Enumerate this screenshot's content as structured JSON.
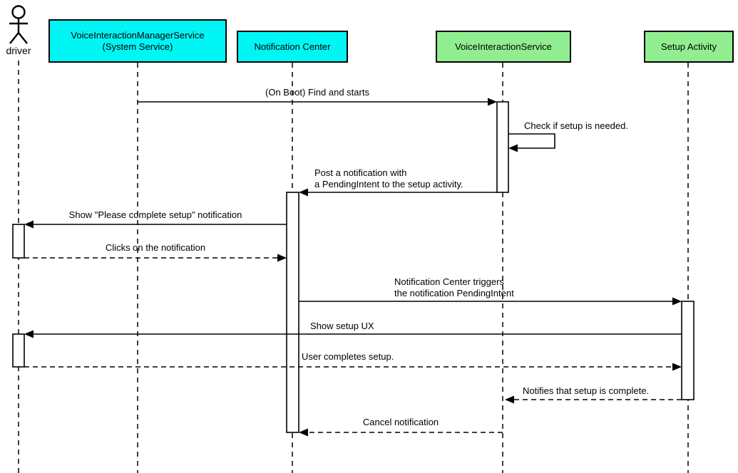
{
  "diagram_type": "uml-sequence-diagram",
  "colors": {
    "participant_cyan": "#00f5f5",
    "participant_green": "#90ee90",
    "line": "#000000",
    "background": "#ffffff"
  },
  "participants": {
    "driver": {
      "label": "driver",
      "type": "actor"
    },
    "vims": {
      "label": "VoiceInteractionManagerService\n(System Service)",
      "type": "box",
      "fill": "#00f5f5"
    },
    "nc": {
      "label": "Notification Center",
      "type": "box",
      "fill": "#00f5f5"
    },
    "vis": {
      "label": "VoiceInteractionService",
      "type": "box",
      "fill": "#90ee90"
    },
    "sa": {
      "label": "Setup Activity",
      "type": "box",
      "fill": "#90ee90"
    }
  },
  "messages": [
    {
      "label": "(On Boot) Find and starts",
      "from": "vims",
      "to": "vis",
      "style": "solid"
    },
    {
      "label": "Check if setup is needed.",
      "from": "vis",
      "to": "vis",
      "style": "solid"
    },
    {
      "label": "Post a notification with\na PendingIntent to the setup activity.",
      "from": "vis",
      "to": "nc",
      "style": "solid"
    },
    {
      "label": "Show \"Please complete setup\" notification",
      "from": "nc",
      "to": "driver",
      "style": "solid"
    },
    {
      "label": "Clicks on the notification",
      "from": "driver",
      "to": "nc",
      "style": "dashed"
    },
    {
      "label": "Notification Center triggers\nthe notification PendingIntent",
      "from": "nc",
      "to": "sa",
      "style": "solid"
    },
    {
      "label": "Show setup UX",
      "from": "sa",
      "to": "driver",
      "style": "solid"
    },
    {
      "label": "User completes setup.",
      "from": "driver",
      "to": "sa",
      "style": "dashed"
    },
    {
      "label": "Notifies that setup is complete.",
      "from": "sa",
      "to": "vis",
      "style": "dashed"
    },
    {
      "label": "Cancel notification",
      "from": "vis",
      "to": "nc",
      "style": "dashed"
    }
  ]
}
